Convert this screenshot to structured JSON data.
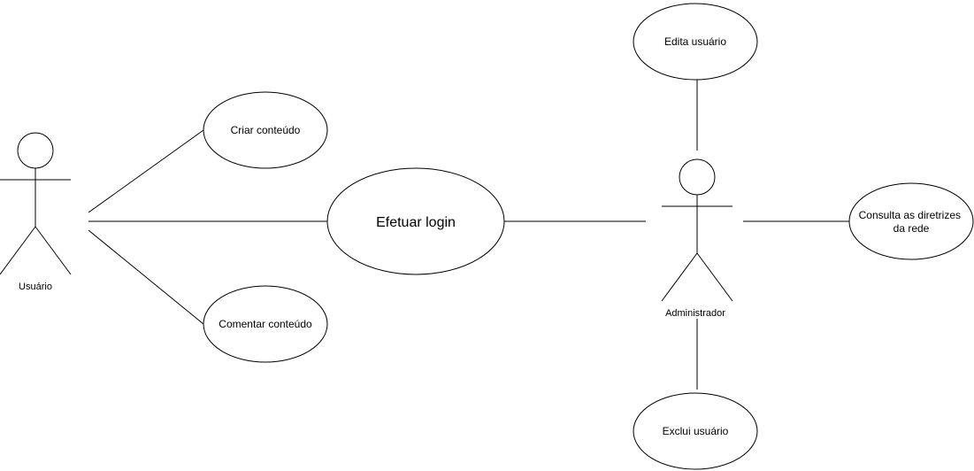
{
  "diagram": {
    "actors": {
      "usuario": {
        "label": "Usuário"
      },
      "administrador": {
        "label": "Administrador"
      }
    },
    "use_cases": {
      "criar_conteudo": {
        "label": "Criar conteúdo"
      },
      "comentar_conteudo": {
        "label": "Comentar conteúdo"
      },
      "efetuar_login": {
        "label": "Efetuar login"
      },
      "edita_usuario": {
        "label": "Edita usuário"
      },
      "consulta_diretrizes": {
        "line1": "Consulta as diretrizes",
        "line2": "da rede"
      },
      "exclui_usuario": {
        "label": "Exclui usuário"
      }
    },
    "associations": [
      {
        "from": "usuario",
        "to": "criar_conteudo"
      },
      {
        "from": "usuario",
        "to": "efetuar_login"
      },
      {
        "from": "usuario",
        "to": "comentar_conteudo"
      },
      {
        "from": "efetuar_login",
        "to": "administrador"
      },
      {
        "from": "administrador",
        "to": "edita_usuario"
      },
      {
        "from": "administrador",
        "to": "consulta_diretrizes"
      },
      {
        "from": "administrador",
        "to": "exclui_usuario"
      }
    ],
    "colors": {
      "stroke": "#000000",
      "fill": "#ffffff",
      "background": "#ffffff"
    }
  }
}
